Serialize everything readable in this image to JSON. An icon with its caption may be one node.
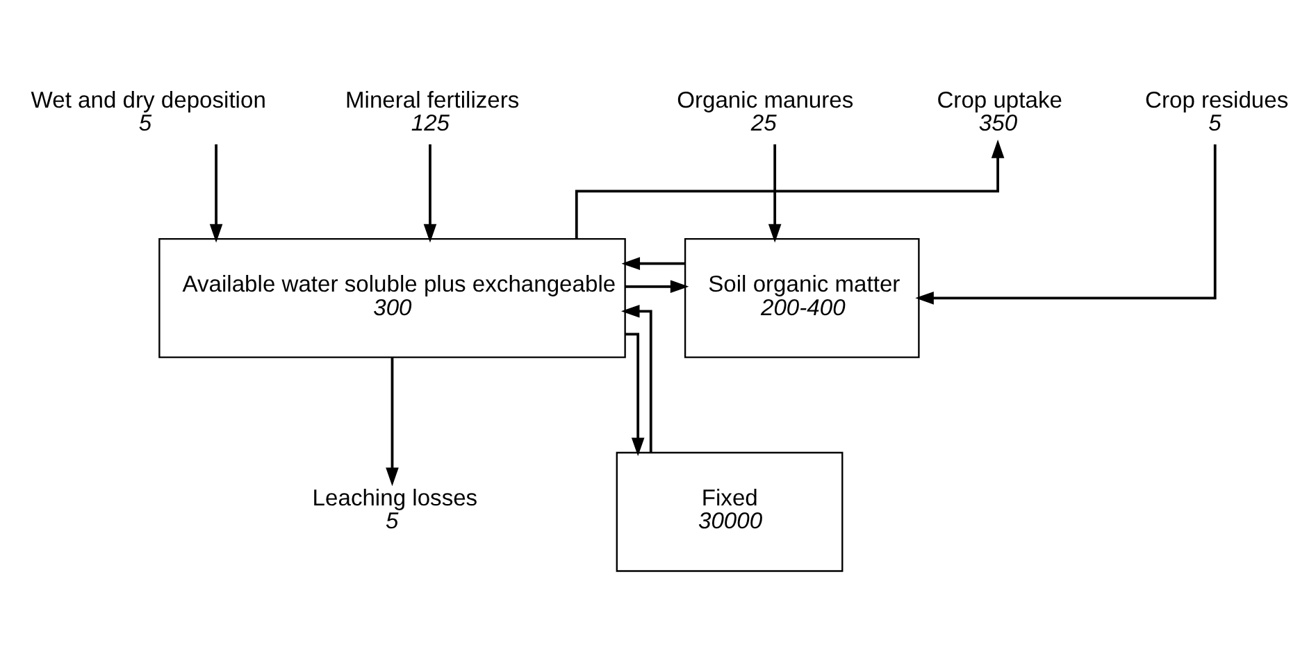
{
  "diagram": {
    "nodes": [
      {
        "text": [
          "Organic manures",
          "25"
        ]
      },
      {
        "text": [
          "Crop residues",
          "5"
        ]
      },
      {
        "text": [
          "Crop uptake",
          "350"
        ]
      },
      {
        "text": [
          "Wet and dry deposition",
          "5"
        ]
      },
      {
        "text": [
          "Mineral fertilizers",
          "125"
        ]
      },
      {
        "text": [
          "Soil organic matter",
          "200-400"
        ]
      },
      {
        "text": [
          "Available water soluble plus exchangeable",
          "300"
        ]
      },
      {
        "text": [
          "Fixed",
          "30000"
        ]
      },
      {
        "text": [
          "Leaching losses",
          "5"
        ]
      }
    ],
    "edges": [
      {
        "from": 0,
        "to": 5,
        "arrow": "to"
      },
      {
        "from": 1,
        "to": 5,
        "arrow": "to"
      },
      {
        "from": 5,
        "to": 6,
        "arrow": "to"
      },
      {
        "from": 6,
        "to": 5,
        "arrow": "to"
      },
      {
        "from": 6,
        "to": 2,
        "arrow": "to"
      },
      {
        "from": 3,
        "to": 6,
        "arrow": "to"
      },
      {
        "from": 4,
        "to": 6,
        "arrow": "to"
      },
      {
        "from": 6,
        "to": 7,
        "arrow": "to"
      },
      {
        "from": 7,
        "to": 6,
        "arrow": "to"
      },
      {
        "from": 6,
        "to": 8,
        "arrow": "to"
      }
    ]
  }
}
